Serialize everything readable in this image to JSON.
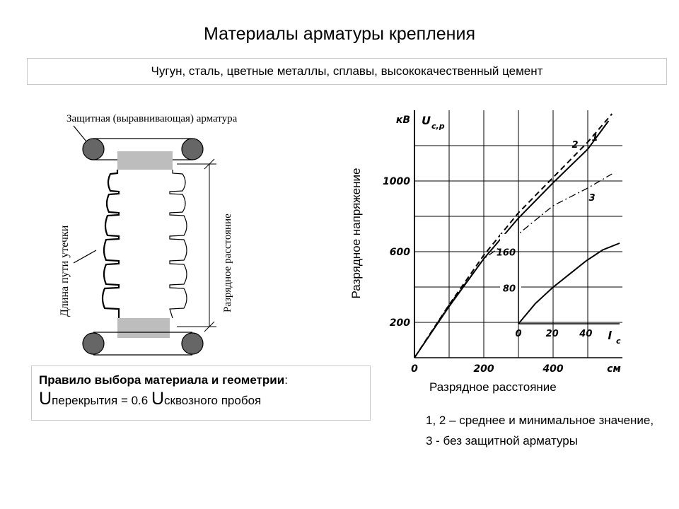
{
  "title": "Материалы арматуры крепления",
  "subtitle": "Чугун, сталь, цветные металлы, сплавы, высококачественный цемент",
  "insulator": {
    "label_protective": "Защитная (выравнивающая) арматура",
    "label_leakage": "Длина пути утечки",
    "label_distance": "Разрядное расстояние"
  },
  "rule": {
    "title": "Правило выбора  материала и геометрии",
    "colon": ":",
    "u1": "U",
    "sub1": "перекрытия = 0.6 ",
    "u2": "U",
    "sub2": "сквозного пробоя"
  },
  "chart_ylabel": "Разрядное напряжение",
  "chart_xlabel": "Разрядное расстояние",
  "note": "1, 2 – среднее и минимальное значение, 3   - без защитной арматуры",
  "chart_data": {
    "type": "line",
    "y_unit": "кВ",
    "y_symbol": "U",
    "y_symbol_sub": "c,p",
    "x_unit": "см",
    "x_ticks": [
      "0",
      "200",
      "400"
    ],
    "y_ticks": [
      "200",
      "600",
      "1000"
    ],
    "xlim": [
      0,
      600
    ],
    "ylim": [
      0,
      1400
    ],
    "series": [
      {
        "name": "1",
        "style": "dashed",
        "x": [
          0,
          100,
          200,
          300,
          400,
          500,
          570
        ],
        "y": [
          0,
          300,
          580,
          820,
          1020,
          1220,
          1380
        ]
      },
      {
        "name": "2",
        "style": "solid",
        "x": [
          0,
          100,
          200,
          300,
          400,
          500,
          560
        ],
        "y": [
          0,
          290,
          560,
          790,
          990,
          1180,
          1340
        ]
      },
      {
        "name": "3",
        "style": "dash-dot",
        "x": [
          0,
          100,
          200,
          300,
          400,
          500,
          570
        ],
        "y": [
          0,
          300,
          560,
          700,
          860,
          960,
          1040
        ]
      }
    ],
    "inset": {
      "x_unit_symbol": "l",
      "x_unit_sub": "c",
      "x_ticks": [
        "0",
        "20",
        "40"
      ],
      "y_ticks": [
        "80",
        "160"
      ],
      "xlim": [
        0,
        60
      ],
      "ylim": [
        0,
        240
      ],
      "series": [
        {
          "x": [
            0,
            10,
            20,
            30,
            40,
            50,
            60
          ],
          "y": [
            0,
            45,
            80,
            110,
            140,
            165,
            180
          ]
        }
      ]
    }
  }
}
